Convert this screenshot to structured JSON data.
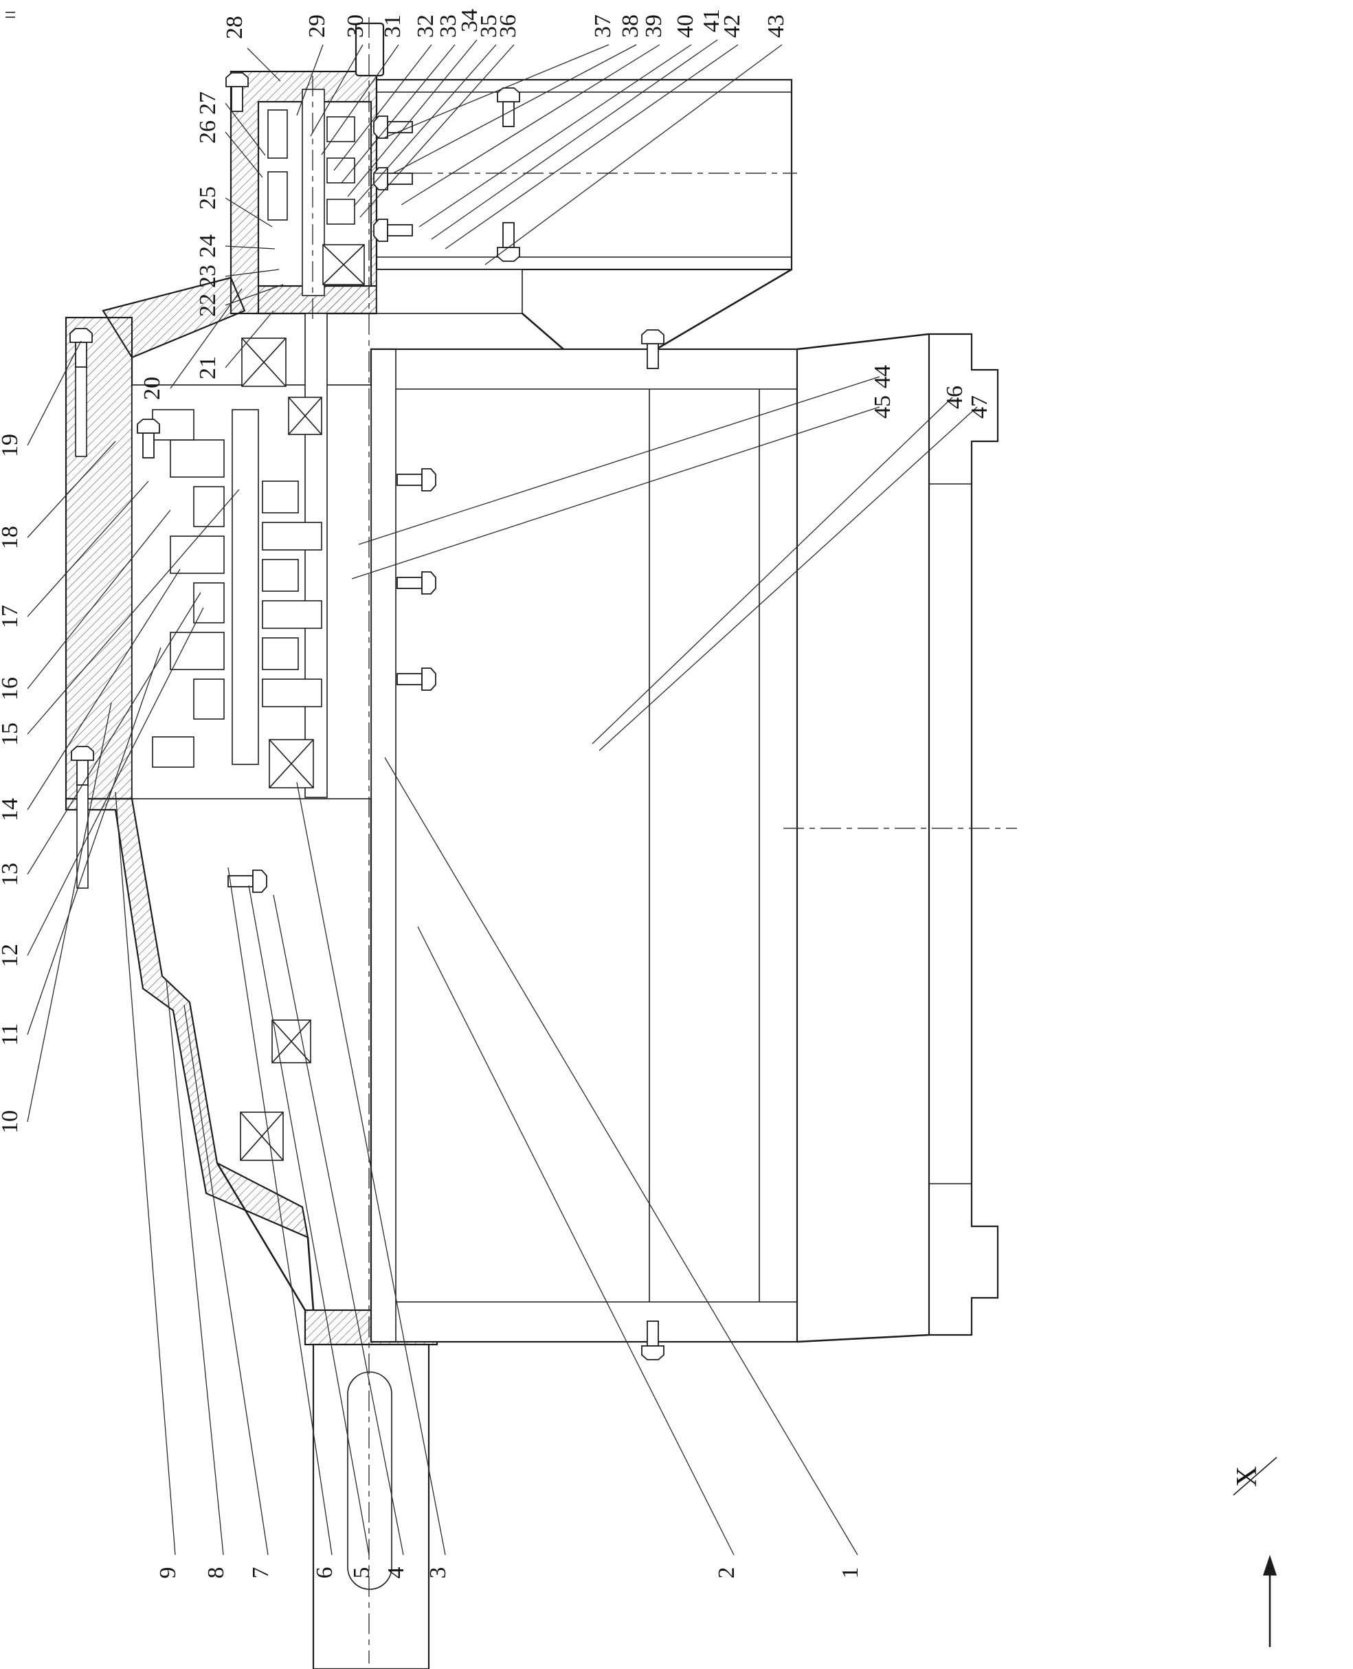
{
  "figure": {
    "view_label": "X",
    "callouts": {
      "c1": "1",
      "c2": "2",
      "c3": "3",
      "c4": "4",
      "c5": "5",
      "c6": "6",
      "c7": "7",
      "c8": "8",
      "c9": "9",
      "c10": "10",
      "c11": "11",
      "c12": "12",
      "c13": "13",
      "c14": "14",
      "c15": "15",
      "c16": "16",
      "c17": "17",
      "c18": "18",
      "c19": "19",
      "c20": "20",
      "c21": "21",
      "c22": "22",
      "c23": "23",
      "c24": "24",
      "c25": "25",
      "c26": "26",
      "c27": "27",
      "c28": "28",
      "c29": "29",
      "c30": "30",
      "c31": "31",
      "c32": "32",
      "c33": "33",
      "c34": "34",
      "c35": "35",
      "c36": "36",
      "c37": "37",
      "c38": "38",
      "c39": "39",
      "c40": "40",
      "c41": "41",
      "c42": "42",
      "c43": "43",
      "c44": "44",
      "c45": "45",
      "c46": "46",
      "c47": "47"
    }
  },
  "colors": {
    "line": "#1c1c1c",
    "background": "#ffffff"
  }
}
